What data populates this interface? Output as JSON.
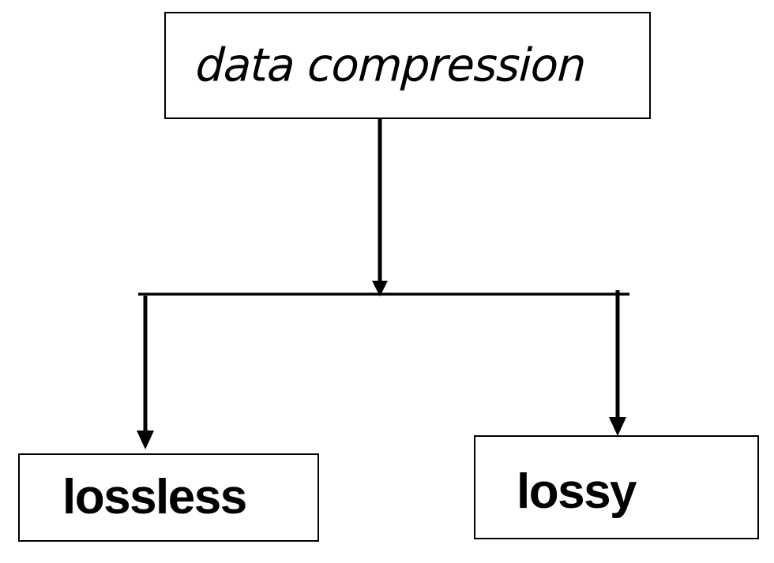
{
  "diagram": {
    "title": "data compression",
    "type": "tree-hierarchy",
    "orientation": "top-down",
    "line_color": "#000000",
    "background_color": "#ffffff",
    "root": {
      "label": "data compression",
      "style": "handwritten"
    },
    "children": [
      {
        "label": "lossless",
        "style": "bold-sans"
      },
      {
        "label": "lossy",
        "style": "bold-sans"
      }
    ],
    "connectors": [
      {
        "name": "root-to-junction",
        "from": "data compression",
        "to": "junction",
        "arrowhead": true
      },
      {
        "name": "junction-to-lossless",
        "from": "junction",
        "to": "lossless",
        "arrowhead": true
      },
      {
        "name": "junction-to-lossy",
        "from": "junction",
        "to": "lossy",
        "arrowhead": true
      }
    ]
  }
}
